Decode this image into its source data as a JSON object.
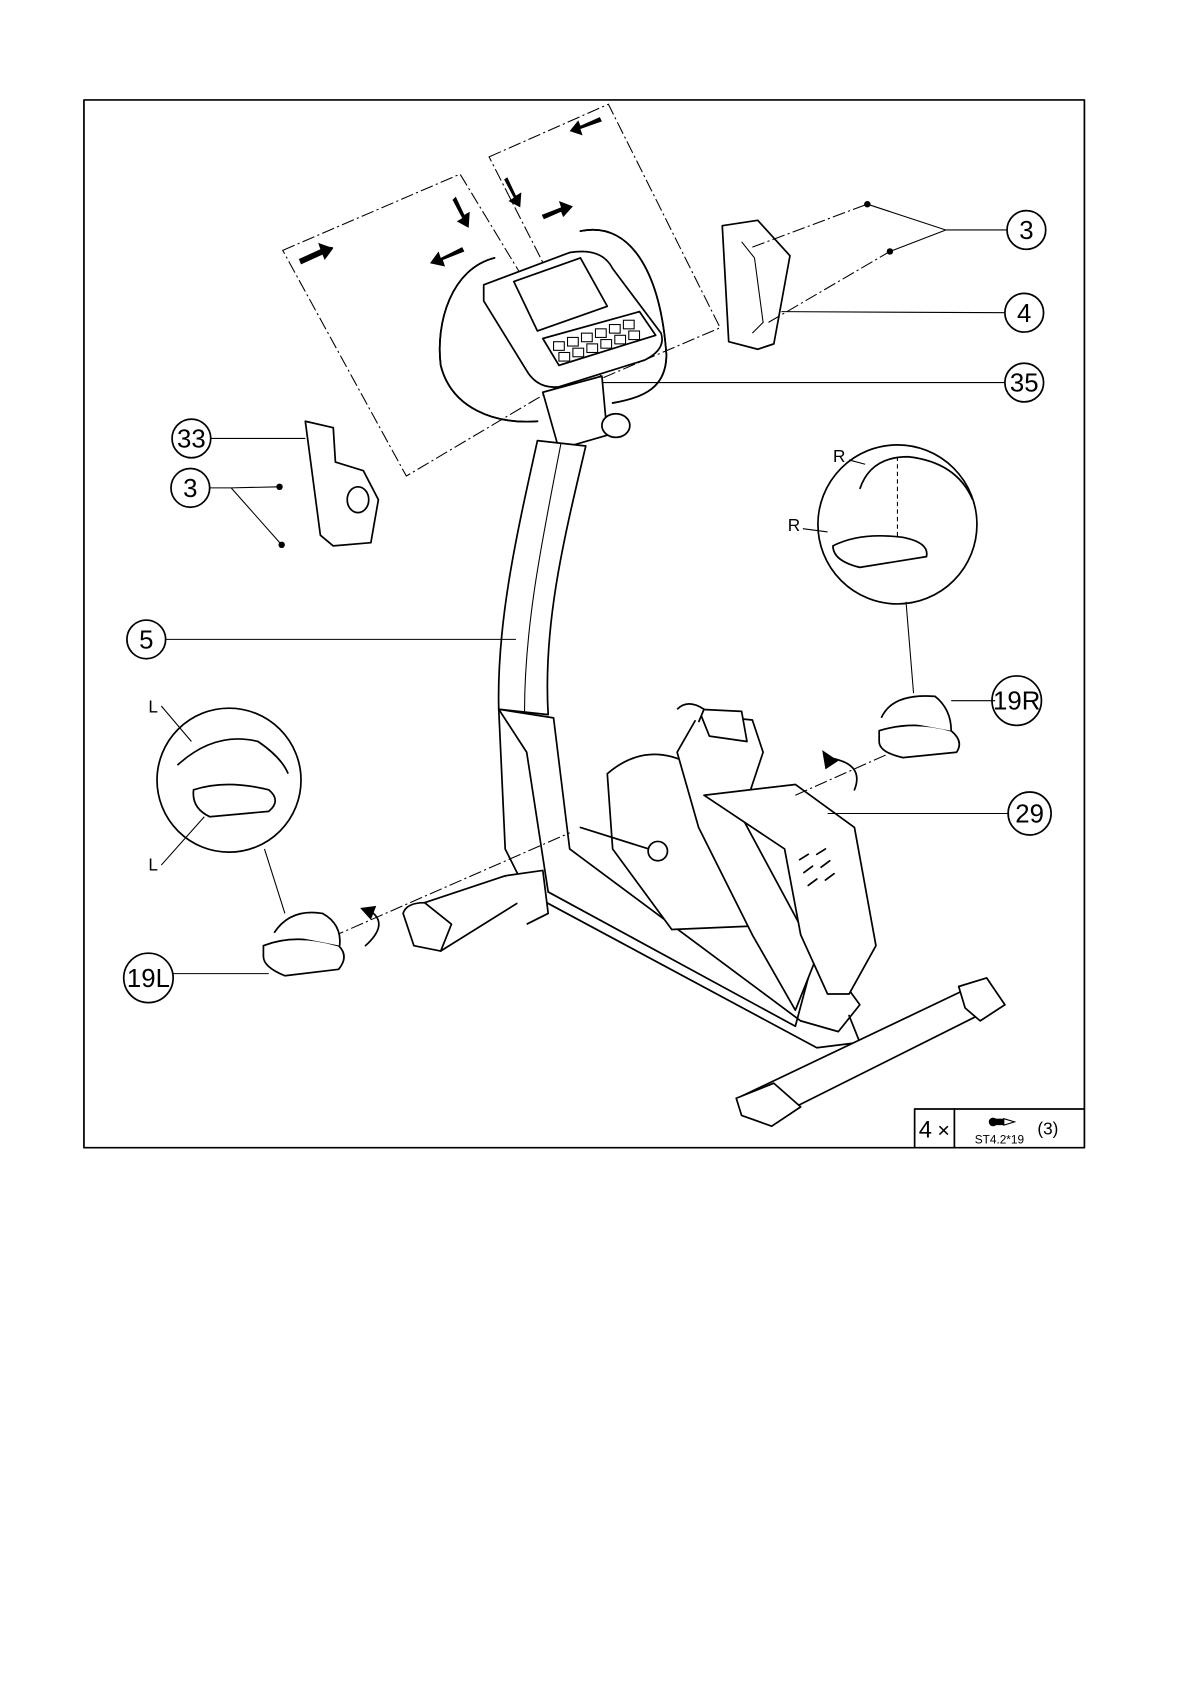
{
  "callouts": {
    "screw_top": "3",
    "cover_right": "4",
    "console_bracket": "35",
    "cover_left": "33",
    "screw_left": "3",
    "upright_post": "5",
    "pedal_right": "19R",
    "main_frame": "29",
    "pedal_left": "19L"
  },
  "detail_labels": {
    "right_strap": "R",
    "right_pedal": "R",
    "left_strap": "L",
    "left_pedal": "L"
  },
  "hardware_box": {
    "step_number": "4",
    "multiply_sign": "×",
    "screw_spec": "ST4.2*19",
    "quantity": "(3)"
  }
}
